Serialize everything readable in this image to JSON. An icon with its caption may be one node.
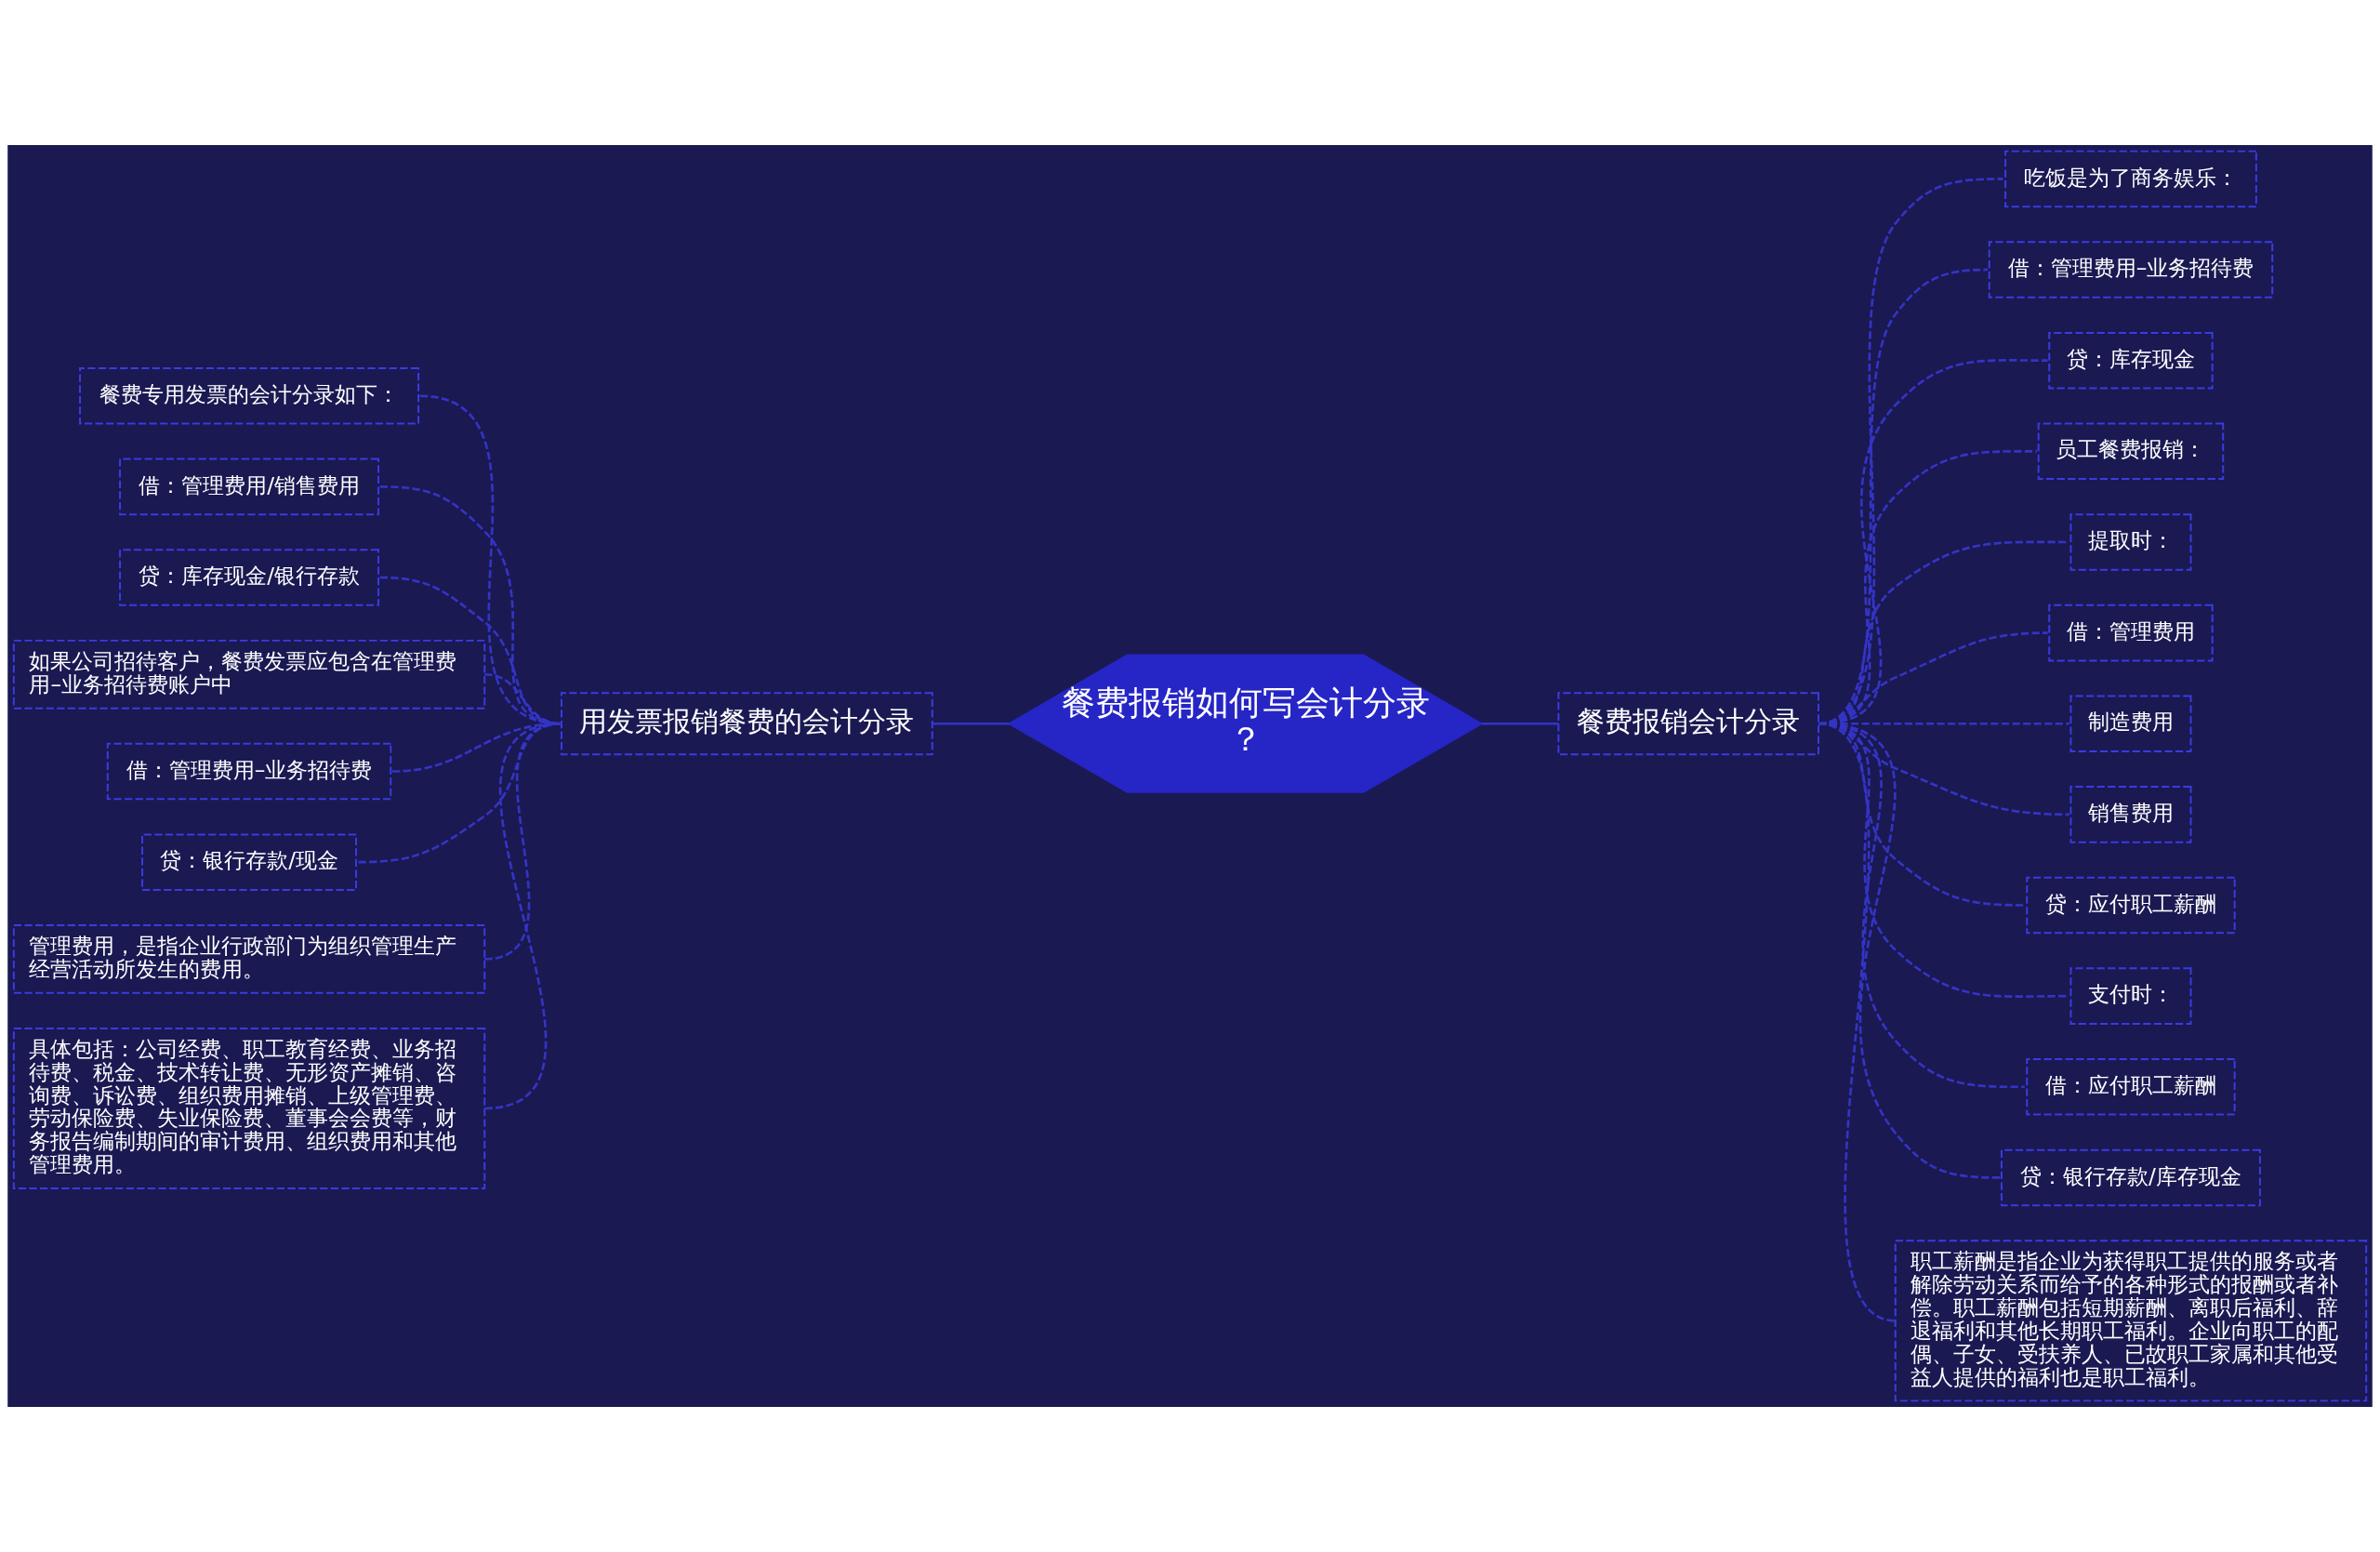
{
  "diagram": {
    "nodes": [
      {
        "text": [
          "餐费报销如何写会计分录？"
        ]
      },
      {
        "text": [
          "用发票报销餐费的会计分录"
        ]
      },
      {
        "text": [
          "餐费专用发票的会计分录如下："
        ]
      },
      {
        "text": [
          "借：管理费用/销售费用"
        ]
      },
      {
        "text": [
          "贷：库存现金/银行存款"
        ]
      },
      {
        "text": [
          "如果公司招待客户，餐费发票应包含在管理费用–业务招待费账户中"
        ]
      },
      {
        "text": [
          "借：管理费用–业务招待费"
        ]
      },
      {
        "text": [
          "贷：银行存款/现金"
        ]
      },
      {
        "text": [
          "管理费用，是指企业行政部门为组织管理生产经营活动所发生的费用。"
        ]
      },
      {
        "text": [
          "具体包括：公司经费、职工教育经费、业务招待费、税金、技术转让费、无形资产摊销、咨询费、诉讼费、组织费用摊销、上级管理费、劳动保险费、失业保险费、董事会会费等，财务报告编制期间的审计费用、组织费用和其他管理费用。"
        ]
      },
      {
        "text": [
          "餐费报销会计分录"
        ]
      },
      {
        "text": [
          "吃饭是为了商务娱乐："
        ]
      },
      {
        "text": [
          "借：管理费用–业务招待费"
        ]
      },
      {
        "text": [
          "贷：库存现金"
        ]
      },
      {
        "text": [
          "员工餐费报销："
        ]
      },
      {
        "text": [
          "提取时："
        ]
      },
      {
        "text": [
          "借：管理费用"
        ]
      },
      {
        "text": [
          "制造费用"
        ]
      },
      {
        "text": [
          "销售费用"
        ]
      },
      {
        "text": [
          "贷：应付职工薪酬"
        ]
      },
      {
        "text": [
          "支付时："
        ]
      },
      {
        "text": [
          "借：应付职工薪酬"
        ]
      },
      {
        "text": [
          "贷：银行存款/库存现金"
        ]
      },
      {
        "text": [
          "职工薪酬是指企业为获得职工提供的服务或者解除劳动关系而给予的各种形式的报酬或者补偿。职工薪酬包括短期薪酬、离职后福利、辞退福利和其他长期职工福利。企业向职工的配偶、子女、受扶养人、已故职工家属和其他受益人提供的福利也是职工福利。"
        ]
      }
    ],
    "edges": [
      {
        "from": 1,
        "to": 0,
        "arrow": "none"
      },
      {
        "from": 2,
        "to": 1,
        "arrow": "none",
        "style": "dashed"
      },
      {
        "from": 3,
        "to": 1,
        "arrow": "none",
        "style": "dashed"
      },
      {
        "from": 4,
        "to": 1,
        "arrow": "none",
        "style": "dashed"
      },
      {
        "from": 5,
        "to": 1,
        "arrow": "none",
        "style": "dashed"
      },
      {
        "from": 6,
        "to": 1,
        "arrow": "none",
        "style": "dashed"
      },
      {
        "from": 7,
        "to": 1,
        "arrow": "none",
        "style": "dashed"
      },
      {
        "from": 8,
        "to": 1,
        "arrow": "none",
        "style": "dashed"
      },
      {
        "from": 9,
        "to": 1,
        "arrow": "none",
        "style": "dashed"
      },
      {
        "from": 0,
        "to": 10,
        "arrow": "none"
      },
      {
        "from": 10,
        "to": 11,
        "arrow": "none",
        "style": "dashed"
      },
      {
        "from": 10,
        "to": 12,
        "arrow": "none",
        "style": "dashed"
      },
      {
        "from": 10,
        "to": 13,
        "arrow": "none",
        "style": "dashed"
      },
      {
        "from": 10,
        "to": 14,
        "arrow": "none",
        "style": "dashed"
      },
      {
        "from": 10,
        "to": 15,
        "arrow": "none",
        "style": "dashed"
      },
      {
        "from": 10,
        "to": 16,
        "arrow": "none",
        "style": "dashed"
      },
      {
        "from": 10,
        "to": 17,
        "arrow": "none",
        "style": "dashed"
      },
      {
        "from": 10,
        "to": 18,
        "arrow": "none",
        "style": "dashed"
      },
      {
        "from": 10,
        "to": 19,
        "arrow": "none",
        "style": "dashed"
      },
      {
        "from": 10,
        "to": 20,
        "arrow": "none",
        "style": "dashed"
      },
      {
        "from": 10,
        "to": 21,
        "arrow": "none",
        "style": "dashed"
      },
      {
        "from": 10,
        "to": 22,
        "arrow": "none",
        "style": "dashed"
      },
      {
        "from": 10,
        "to": 23,
        "arrow": "none",
        "style": "dashed"
      }
    ]
  }
}
